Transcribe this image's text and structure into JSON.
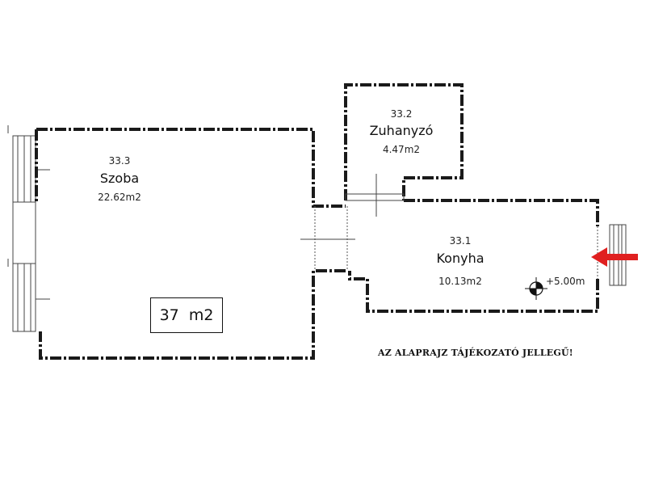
{
  "rooms": [
    {
      "number": "33.3",
      "name": "Szoba",
      "area": "22.62m2"
    },
    {
      "number": "33.2",
      "name": "Zuhanyzó",
      "area": "4.47m2"
    },
    {
      "number": "33.1",
      "name": "Konyha",
      "area": "10.13m2"
    }
  ],
  "total_area": "37  m2",
  "level_marker": "+5.00m",
  "note": "AZ ALAPRAJZ TÁJÉKOZATÓ JELLEGŰ!",
  "entrance_arrow_color": "#e02020"
}
